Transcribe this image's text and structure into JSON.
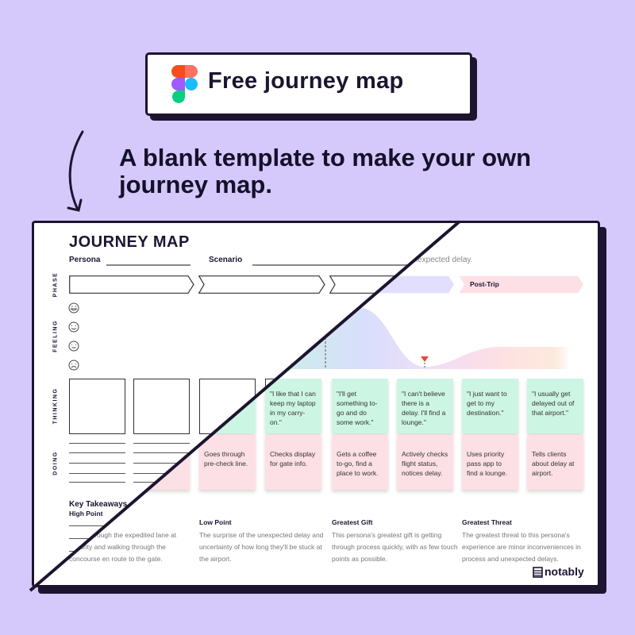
{
  "badge": {
    "title": "Free journey map",
    "logo": "figma-logo"
  },
  "headline": "A blank template to make your own journey map.",
  "map": {
    "title": "JOURNEY MAP",
    "persona_label": "Persona",
    "scenario_label": "Scenario",
    "scenario_value": "unexpected delay.",
    "row_labels": {
      "phase": "PHASE",
      "feeling": "FEELING",
      "thinking": "THINKING",
      "doing": "DOING"
    },
    "phases": [
      "",
      "",
      "",
      "Post-Trip"
    ],
    "phase_colors": [
      "#cdf5e3",
      "#d7e4fc",
      "#e2defd",
      "#fde0e5"
    ],
    "feeling_icons": [
      "very-happy-face-icon",
      "happy-face-icon",
      "neutral-face-icon",
      "sad-face-icon"
    ],
    "thinking": [
      "",
      "",
      "",
      "\"I like that I can keep my laptop in my carry-on.\"",
      "\"I'll get something to-go and do some work.\"",
      "\"I can't believe there is a delay. I'll find a lounge.\"",
      "\"I just want to get to my destination.\"",
      "\"I usually get delayed out of that airport.\""
    ],
    "doing": [
      "",
      "",
      "Goes through pre-check line.",
      "Checks display for gate info.",
      "Gets a coffee to-go, find a place to work.",
      "Actively checks flight status, notices delay.",
      "Uses priority pass app to find a lounge.",
      "Tells clients about delay at airport."
    ],
    "colors": {
      "thinking": "#cdf5e3",
      "doing": "#fde0e5",
      "low_point_marker": "#e8453c"
    }
  },
  "takeaways": {
    "title": "Key Takeaways",
    "items": [
      {
        "heading": "High Point",
        "text": "Going through the expedited lane at security and walking through the concourse en route to the gate."
      },
      {
        "heading": "Low Point",
        "text": "The surprise of the unexpected delay and uncertainty of how long they'll be stuck at the airport."
      },
      {
        "heading": "Greatest Gift",
        "text": "This persona's greatest gift is getting through process quickly, with as few touch points as possible."
      },
      {
        "heading": "Greatest Threat",
        "text": "The greatest threat to this persona's experience are minor inconveniences in process and unexpected delays."
      }
    ]
  },
  "brand": "notably"
}
